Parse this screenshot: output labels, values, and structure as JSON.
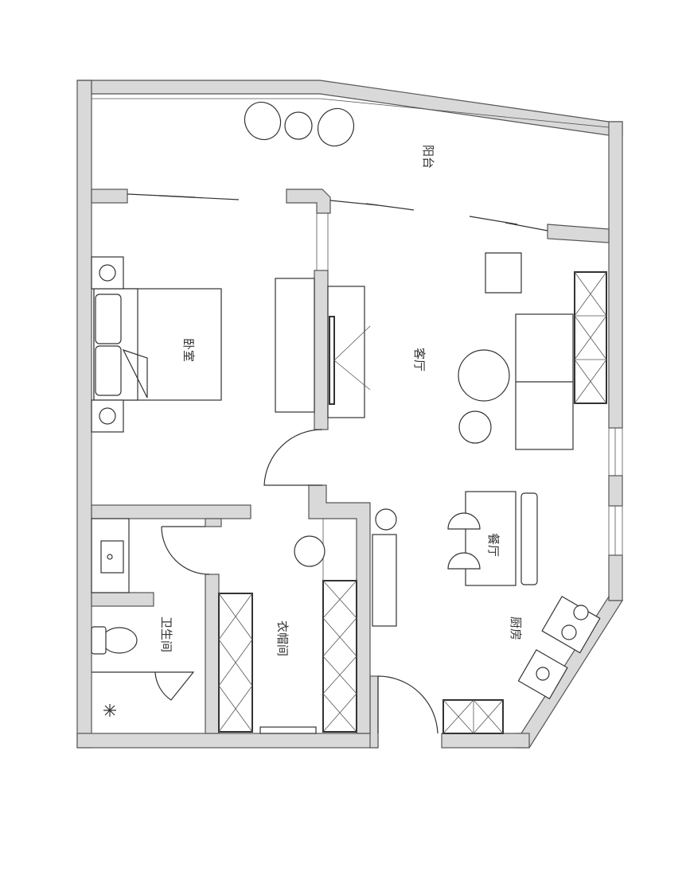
{
  "plan": {
    "rooms": {
      "balcony": "阳台",
      "bedroom": "卧室",
      "living_room": "客厅",
      "dining_room": "餐厅",
      "kitchen": "厨房",
      "bathroom": "卫生间",
      "cloakroom": "衣帽间"
    },
    "colors": {
      "wall": "#d9d9d9",
      "line": "#333333"
    }
  }
}
